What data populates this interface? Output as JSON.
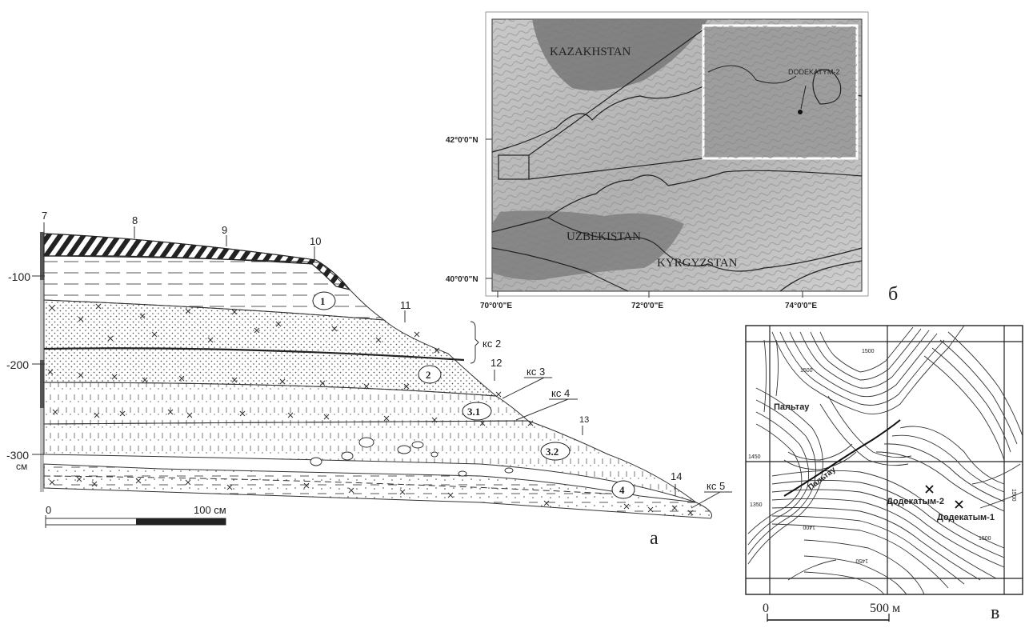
{
  "panel_a": {
    "letter": "а",
    "depth_axis": {
      "ticks": [
        "-100",
        "-200",
        "-300"
      ],
      "unit": "см"
    },
    "top_marks": [
      "7",
      "8",
      "9",
      "10",
      "11",
      "12",
      "13",
      "14"
    ],
    "layers": [
      "1",
      "2",
      "3.1",
      "3.2",
      "4"
    ],
    "samples": [
      "кс 2",
      "кс 3",
      "кс 4",
      "кс 5"
    ],
    "scale": {
      "start": "0",
      "end": "100 см"
    }
  },
  "panel_b": {
    "letter": "б",
    "countries": [
      "KAZAKHSTAN",
      "UZBEKISTAN",
      "KYRGYZSTAN"
    ],
    "site_label": "DODEKATYM-2",
    "lat_labels": [
      "42°0'0\"N",
      "40°0'0\"N"
    ],
    "lon_labels": [
      "70°0'0\"E",
      "72°0'0\"E",
      "74°0'0\"E"
    ]
  },
  "panel_v": {
    "letter": "в",
    "labels": {
      "paltau": "Пальтау",
      "paltau_river": "Пальтау",
      "site2": "Додекатым-2",
      "site1": "Додекатым-1"
    },
    "contour_labels": [
      "1500",
      "1500",
      "1450",
      "1400",
      "1500",
      "1350",
      "1450",
      "1500"
    ],
    "scale": {
      "start": "0",
      "end": "500 м"
    }
  }
}
